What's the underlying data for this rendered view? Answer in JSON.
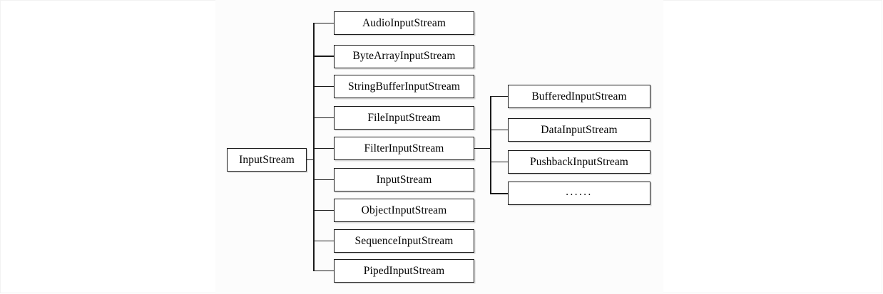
{
  "diagram": {
    "type": "tree-hierarchy",
    "title": "InputStream class hierarchy",
    "orientation": "left-to-right",
    "colors": {
      "box_border": "#1a1a1a",
      "box_fill": "#ffffff",
      "connector": "#1a1a1a",
      "panel_background": "#fcfcfc",
      "page_background": "#ffffff",
      "text": "#000000"
    },
    "root": {
      "label": "InputStream"
    },
    "level2": [
      {
        "label": "AudioInputStream"
      },
      {
        "label": "ByteArrayInputStream"
      },
      {
        "label": "StringBufferInputStream"
      },
      {
        "label": "FileInputStream"
      },
      {
        "label": "FilterInputStream"
      },
      {
        "label": "InputStream"
      },
      {
        "label": "ObjectInputStream"
      },
      {
        "label": "SequenceInputStream"
      },
      {
        "label": "PipedInputStream"
      }
    ],
    "level3_parent": "FilterInputStream",
    "level3": [
      {
        "label": "BufferedInputStream"
      },
      {
        "label": "DataInputStream"
      },
      {
        "label": "PushbackInputStream"
      },
      {
        "label": "......"
      }
    ]
  }
}
